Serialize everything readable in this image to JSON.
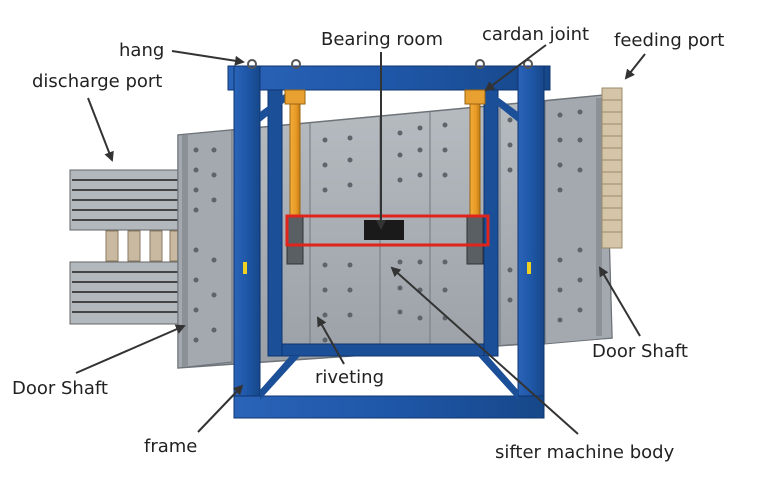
{
  "labels": {
    "hang": "hang",
    "bearing_room": "Bearing room",
    "cardan_joint": "cardan joint",
    "feeding_port": "feeding port",
    "discharge_port": "discharge port",
    "door_shaft_right": "Door Shaft",
    "door_shaft_left": "Door Shaft",
    "riveting": "riveting",
    "frame": "frame",
    "sifter_machine_body": "sifter machine body"
  },
  "colors": {
    "frame_blue": "#1f57a8",
    "frame_blue_dark": "#143f80",
    "body_gray": "#aab0b6",
    "body_gray_dark": "#858b91",
    "shaft_orange": "#e89a25",
    "highlight_red": "#e0241b",
    "arrow": "#333333"
  }
}
